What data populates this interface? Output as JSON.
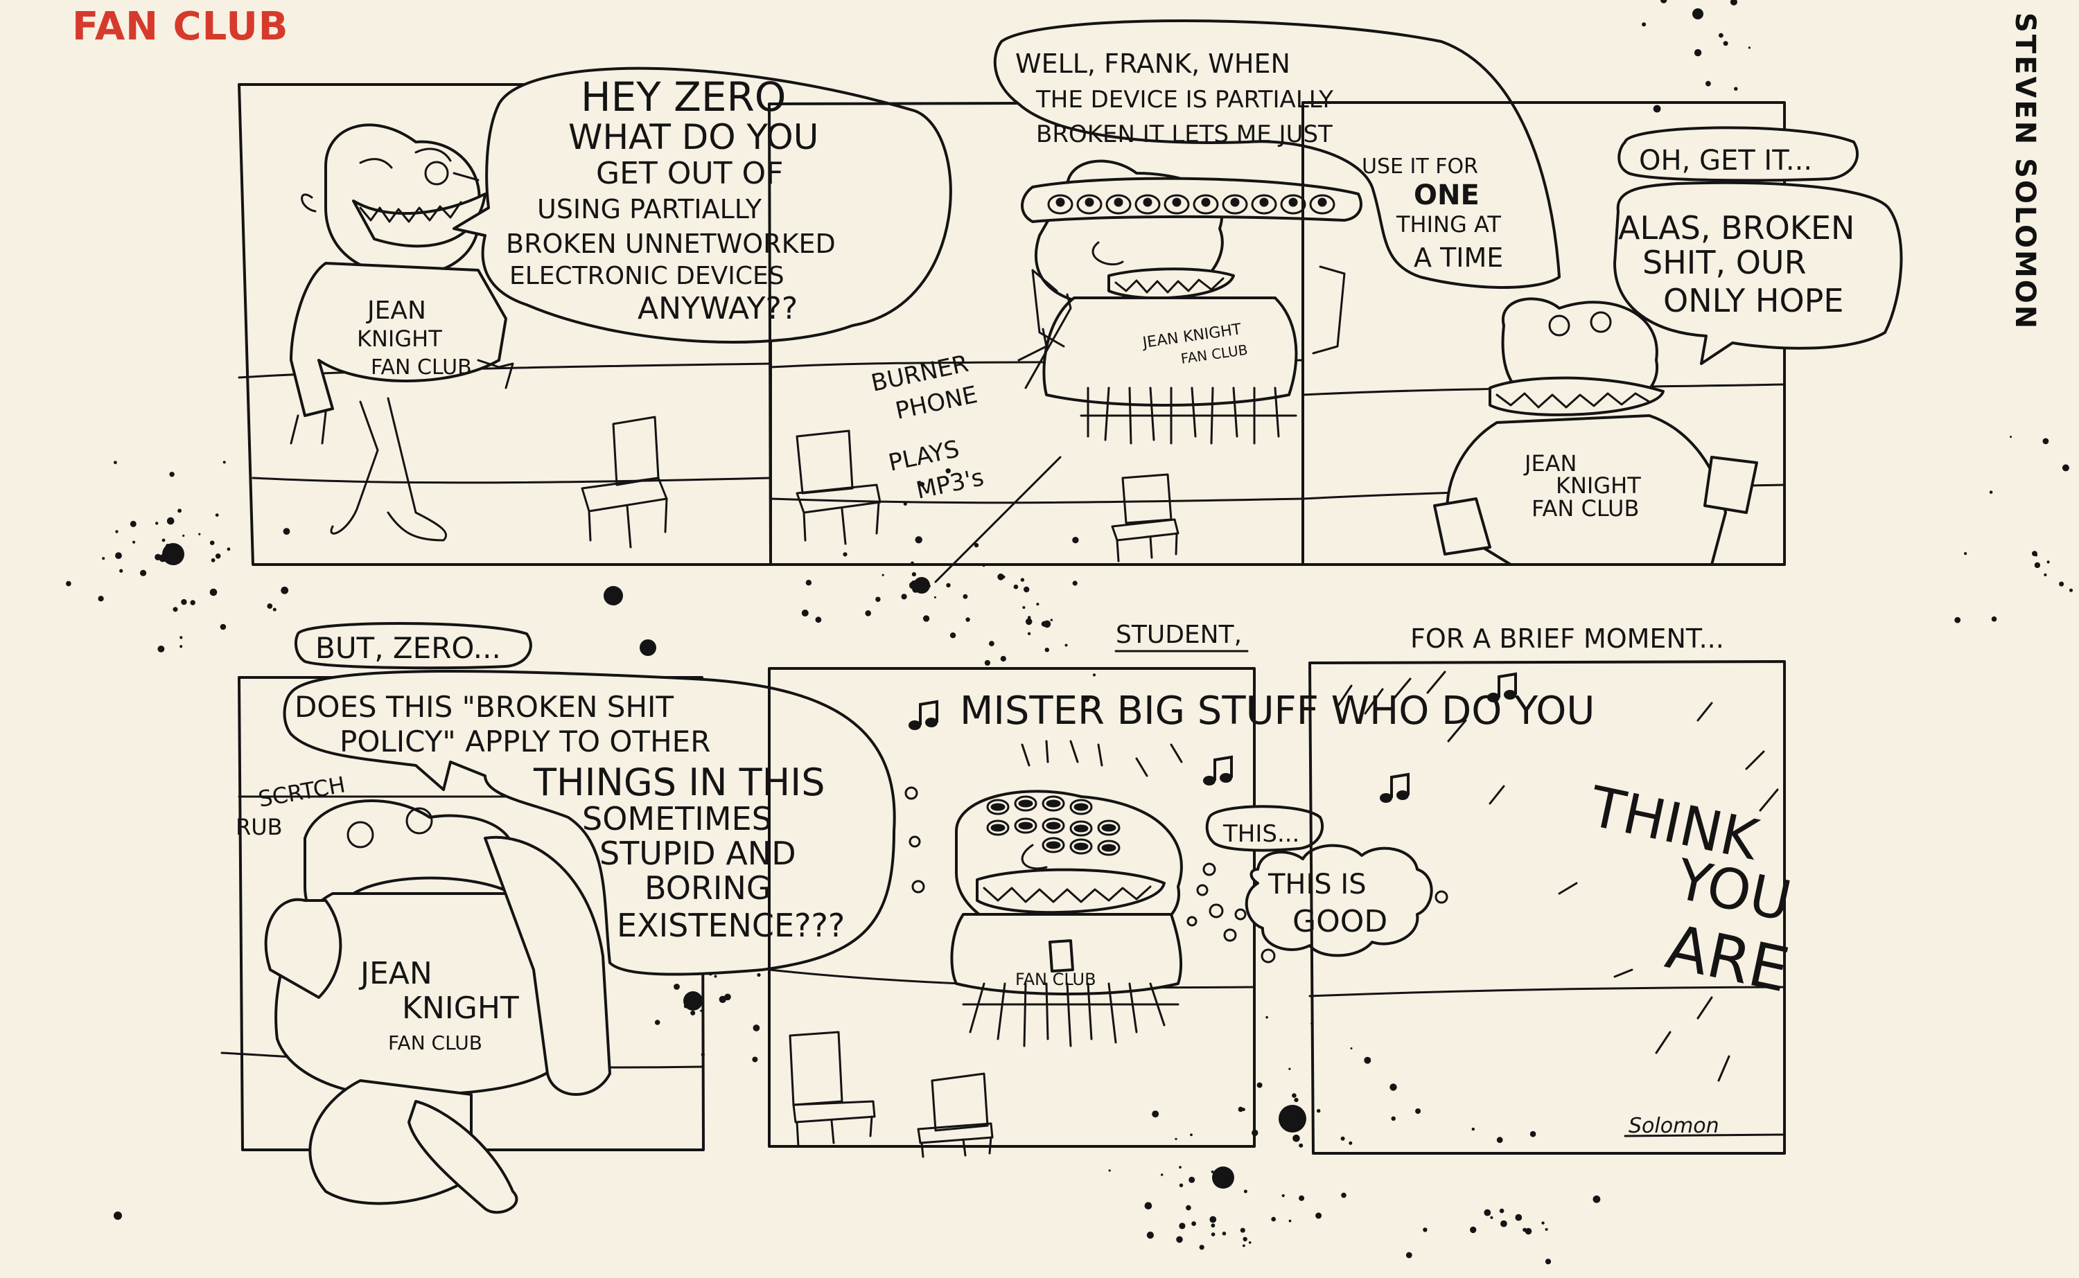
{
  "header": {
    "title": "FAN CLUB",
    "author": "STEVEN SOLOMON"
  },
  "colors": {
    "background": "#f7f1e3",
    "title_red": "#d63a2c",
    "ink": "#141414"
  },
  "panel1": {
    "balloon": [
      "HEY ZERO",
      "WHAT DO YOU",
      "GET OUT OF",
      "USING PARTIALLY",
      "BROKEN UNNETWORKED",
      "ELECTRONIC DEVICES",
      "ANYWAY??"
    ],
    "shirt": [
      "JEAN",
      "KNIGHT",
      "FAN CLUB"
    ]
  },
  "panel2": {
    "balloon": [
      "WELL, FRANK, WHEN",
      "THE DEVICE IS PARTIALLY",
      "BROKEN IT LETS ME JUST",
      "USE IT FOR",
      "ONE",
      "THING AT",
      "A TIME"
    ],
    "label_phone": [
      "BURNER",
      "PHONE"
    ],
    "label_mp3": [
      "PLAYS",
      "MP3's"
    ],
    "shirt": [
      "JEAN KNIGHT",
      "FAN CLUB"
    ]
  },
  "panel3": {
    "balloon_small": "OH, GET IT...",
    "balloon": [
      "ALAS, BROKEN",
      "SHIT, OUR",
      "ONLY HOPE"
    ],
    "shirt": [
      "JEAN",
      "KNIGHT",
      "FAN CLUB"
    ]
  },
  "panel4": {
    "balloon_small": "BUT, ZERO...",
    "balloon": [
      "DOES THIS \"BROKEN SHIT",
      "POLICY\" APPLY TO OTHER",
      "THINGS IN THIS",
      "SOMETIMES",
      "STUPID AND",
      "BORING",
      "EXISTENCE???"
    ],
    "sfx": [
      "SCRTCH",
      "RUB"
    ],
    "shirt": [
      "JEAN",
      "KNIGHT",
      "FAN CLUB"
    ]
  },
  "panel5": {
    "caption": "STUDENT,",
    "lyrics": "MISTER BIG STUFF WHO DO YOU",
    "balloon_small": "THIS...",
    "thought": [
      "THIS IS",
      "GOOD"
    ],
    "shirt": "FAN CLUB"
  },
  "panel6": {
    "caption": "FOR A BRIEF MOMENT...",
    "lyrics": [
      "THINK",
      "YOU",
      "ARE"
    ],
    "signature": "Solomon"
  }
}
